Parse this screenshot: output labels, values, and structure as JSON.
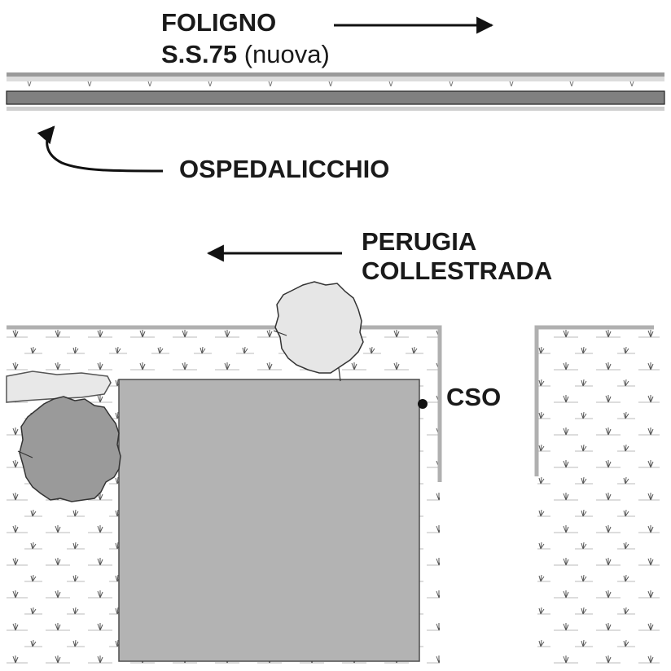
{
  "labels": {
    "foligno": "FOLIGNO",
    "ss75_bold": "S.S.75",
    "ss75_rest": "(nuova)",
    "ospedalicchio": "OSPEDALICCHIO",
    "perugia": "PERUGIA",
    "collestrada": "COLLESTRADA",
    "cso": "CSO"
  },
  "icons": {
    "arrow_east": "arrow-right-icon",
    "arrow_west": "arrow-left-icon",
    "arrow_curved": "curved-arrow-up-left-icon",
    "location_marker": "dot-marker-icon",
    "tree": "tree-canopy-icon",
    "grass": "grass-hatch-pattern"
  },
  "colors": {
    "building": "#b3b3b3",
    "building_outline": "#4d4d4d",
    "road_dark": "#7a7a7a",
    "road_light": "#c8c8c8",
    "wall": "#b0b0b0",
    "tree_light": "#e6e6e6",
    "tree_dark": "#9a9a9a",
    "label": "#1a1a1a"
  }
}
